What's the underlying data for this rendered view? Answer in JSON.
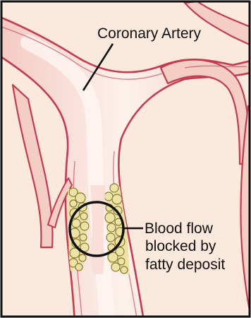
{
  "labels": {
    "artery": "Coronary Artery",
    "blockage_line_1": "Blood flow",
    "blockage_line_2": "blocked by",
    "blockage_line_3": "fatty deposit"
  },
  "colors": {
    "background": "#fbe9de",
    "border": "#111111",
    "vessel_fill": "#f6d3cb",
    "vessel_highlight": "#fdf2ef",
    "vessel_outline": "#c43b4e",
    "deposit_fill": "#ede3a7",
    "deposit_outline": "#8a7a32",
    "callout_line": "#111111"
  }
}
